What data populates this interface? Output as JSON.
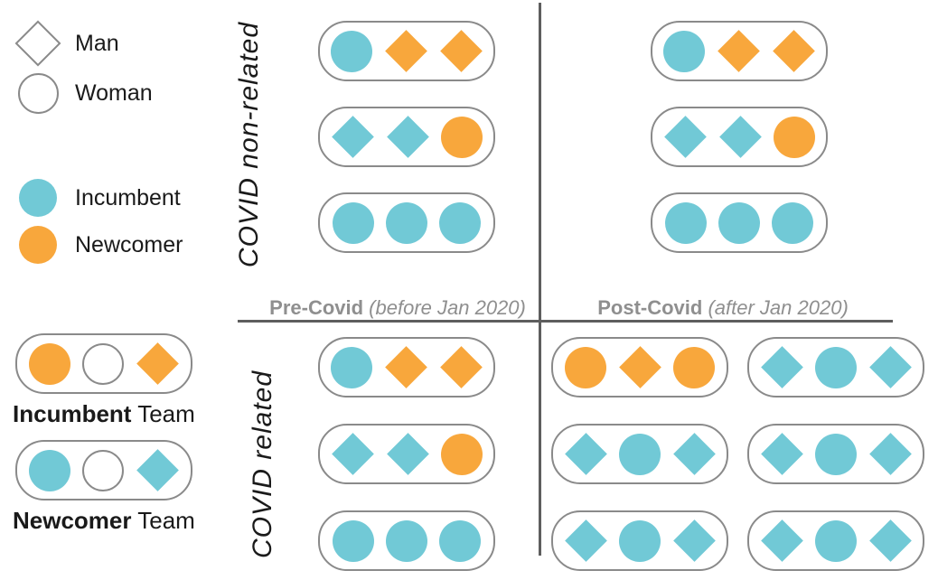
{
  "colors": {
    "incumbent": "#71C9D6",
    "newcomer": "#F8A73C",
    "woman": "#FFFFFF",
    "outline": "#8A8A8A",
    "divider": "#5E5E5E",
    "axis_text": "#8F8F8F",
    "ink": "#1A1A1A"
  },
  "legend": {
    "gender": [
      {
        "shape": "diamond",
        "role": "woman_outline",
        "label": "Man"
      },
      {
        "shape": "circle",
        "role": "woman_outline",
        "label": "Woman"
      }
    ],
    "roles": [
      {
        "shape": "circle",
        "role": "incumbent",
        "label": "Incumbent"
      },
      {
        "shape": "circle",
        "role": "newcomer",
        "label": "Newcomer"
      }
    ],
    "team_examples": [
      {
        "label_bold": "Incumbent",
        "label_rest": " Team",
        "members": [
          "circle:newcomer",
          "circle:woman",
          "diamond:newcomer"
        ]
      },
      {
        "label_bold": "Newcomer",
        "label_rest": " Team",
        "members": [
          "circle:incumbent",
          "circle:woman",
          "diamond:incumbent"
        ]
      }
    ]
  },
  "axes": {
    "columns": [
      {
        "bold": "Pre-Covid",
        "italic": " (before Jan 2020)"
      },
      {
        "bold": "Post-Covid",
        "italic": " (after Jan 2020)"
      }
    ],
    "rows": [
      "COVID non-related",
      "COVID related"
    ]
  },
  "quadrants": {
    "noncovid_pre": {
      "teams": [
        [
          "circle:incumbent",
          "diamond:newcomer",
          "diamond:newcomer"
        ],
        [
          "diamond:incumbent",
          "diamond:incumbent",
          "circle:newcomer"
        ],
        [
          "circle:incumbent",
          "circle:incumbent",
          "circle:incumbent"
        ]
      ]
    },
    "noncovid_post": {
      "teams": [
        [
          "circle:incumbent",
          "diamond:newcomer",
          "diamond:newcomer"
        ],
        [
          "diamond:incumbent",
          "diamond:incumbent",
          "circle:newcomer"
        ],
        [
          "circle:incumbent",
          "circle:incumbent",
          "circle:incumbent"
        ]
      ]
    },
    "covid_pre": {
      "teams": [
        [
          "circle:incumbent",
          "diamond:newcomer",
          "diamond:newcomer"
        ],
        [
          "diamond:incumbent",
          "diamond:incumbent",
          "circle:newcomer"
        ],
        [
          "circle:incumbent",
          "circle:incumbent",
          "circle:incumbent"
        ]
      ]
    },
    "covid_post": {
      "teams": [
        [
          "circle:newcomer",
          "diamond:newcomer",
          "circle:newcomer"
        ],
        [
          "diamond:incumbent",
          "circle:incumbent",
          "diamond:incumbent"
        ],
        [
          "diamond:incumbent",
          "circle:incumbent",
          "diamond:incumbent"
        ],
        [
          "diamond:incumbent",
          "circle:incumbent",
          "diamond:incumbent"
        ],
        [
          "diamond:incumbent",
          "circle:incumbent",
          "diamond:incumbent"
        ],
        [
          "diamond:incumbent",
          "circle:incumbent",
          "diamond:incumbent"
        ]
      ]
    }
  }
}
